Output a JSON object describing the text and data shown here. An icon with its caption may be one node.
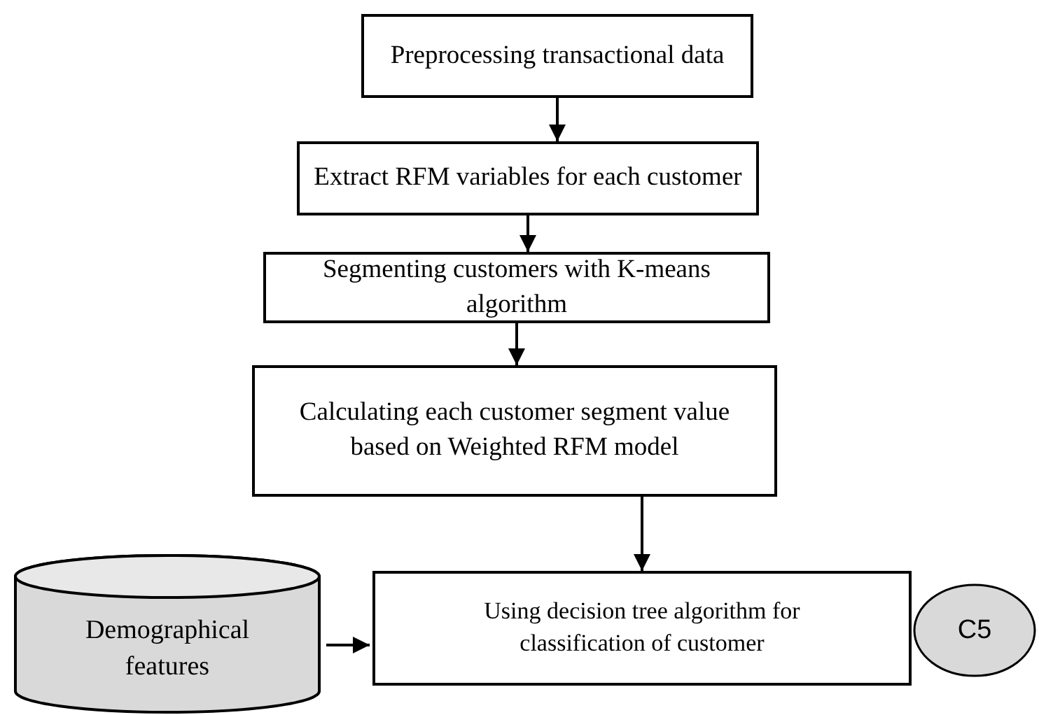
{
  "diagram": {
    "nodes": [
      {
        "text": [
          "Preprocessing transactional data"
        ]
      },
      {
        "text": [
          "Extract RFM variables for each customer"
        ]
      },
      {
        "text": [
          "Segmenting customers with K-means algorithm"
        ]
      },
      {
        "text": [
          "Calculating each customer segment value based on Weighted RFM model"
        ]
      },
      {
        "text": [
          "Using decision tree algorithm for classification of customer"
        ]
      },
      {
        "text": [
          "Demographical features"
        ]
      },
      {
        "text": [
          "C5"
        ]
      }
    ],
    "edges": [
      {
        "from": 0,
        "to": 1,
        "arrow": "to"
      },
      {
        "from": 1,
        "to": 2,
        "arrow": "to"
      },
      {
        "from": 2,
        "to": 3,
        "arrow": "to"
      },
      {
        "from": 3,
        "to": 4,
        "arrow": "to"
      },
      {
        "from": 5,
        "to": 4,
        "arrow": "to"
      }
    ]
  }
}
